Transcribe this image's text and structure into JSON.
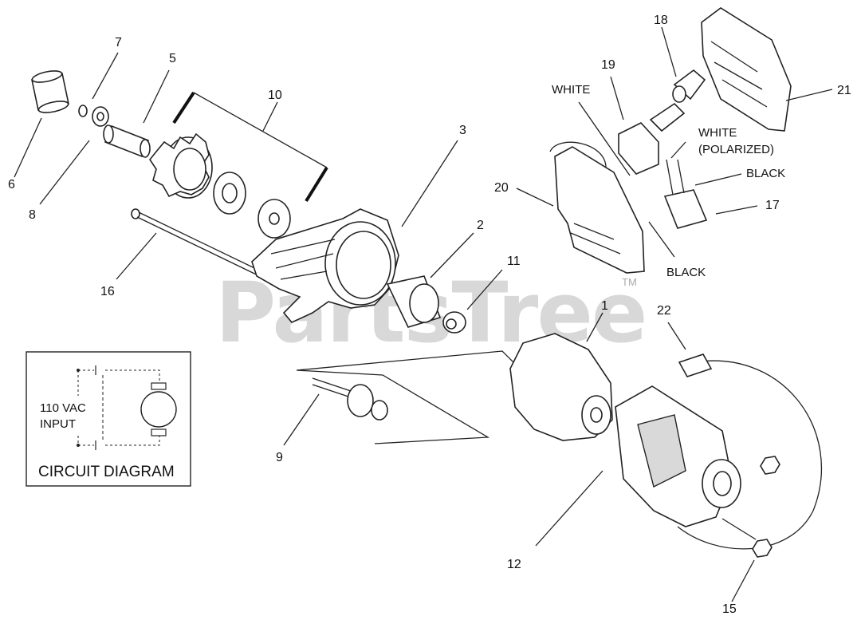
{
  "watermark": {
    "text": "PartsTree",
    "trademark": "TM"
  },
  "callouts": {
    "n1": "1",
    "n2": "2",
    "n3": "3",
    "n5": "5",
    "n6": "6",
    "n7": "7",
    "n8": "8",
    "n9": "9",
    "n10": "10",
    "n11": "11",
    "n12": "12",
    "n15": "15",
    "n16": "16",
    "n17": "17",
    "n18": "18",
    "n19": "19",
    "n20": "20",
    "n21": "21",
    "n22": "22"
  },
  "wire_labels": {
    "white": "WHITE",
    "white_polarized_1": "WHITE",
    "white_polarized_2": "(POLARIZED)",
    "black_top": "BLACK",
    "black_bottom": "BLACK"
  },
  "circuit_diagram": {
    "input_line1": "110 VAC",
    "input_line2": "INPUT",
    "title": "CIRCUIT DIAGRAM"
  }
}
